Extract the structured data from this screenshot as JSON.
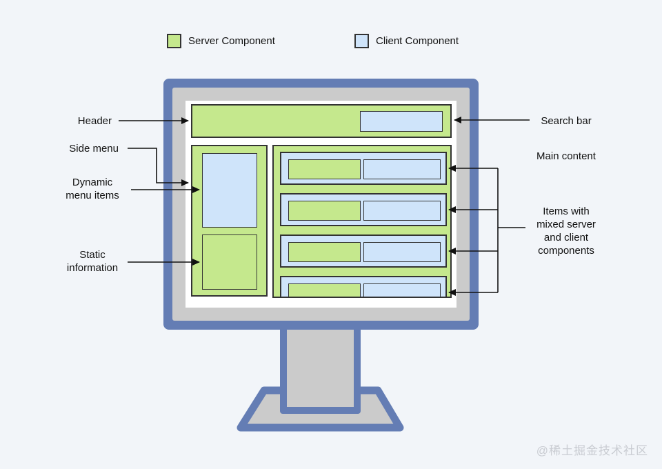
{
  "legend": {
    "items": [
      {
        "label": "Server Component",
        "color": "#c5e88d",
        "kind": "server"
      },
      {
        "label": "Client Component",
        "color": "#cfe4fa",
        "kind": "client"
      }
    ]
  },
  "labels": {
    "header": "Header",
    "side_menu": "Side menu",
    "dynamic_menu_items": [
      "Dynamic",
      "menu items"
    ],
    "static_information": [
      "Static",
      "information"
    ],
    "search_bar": "Search bar",
    "main_content": "Main content",
    "items_mixed": [
      "Items with",
      "mixed server",
      "and client",
      "components"
    ]
  },
  "diagram": {
    "screen_sections": [
      "header",
      "search-bar",
      "side-menu",
      "dynamic-menu-items",
      "static-information",
      "main-content"
    ],
    "main_content_rows": 4
  },
  "watermark": "@稀土掘金技术社区",
  "colors": {
    "background": "#f2f5f9",
    "server_fill": "#c5e88d",
    "client_fill": "#cfe4fa",
    "component_border": "#333333",
    "frame_blue": "#647db4",
    "bezel_gray": "#cbcbcb",
    "screen_white": "#ffffff",
    "connector": "#111111",
    "watermark": "#c9ccd2"
  }
}
